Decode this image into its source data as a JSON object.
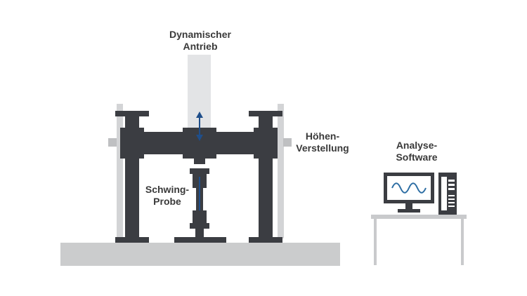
{
  "labels": {
    "drive_line1": "Dynamischer",
    "drive_line2": "Antrieb",
    "height_line1": "Höhen-",
    "height_line2": "Verstellung",
    "specimen_line1": "Schwing-",
    "specimen_line2": "Probe",
    "software_line1": "Analyse-",
    "software_line2": "Software"
  },
  "colors": {
    "frame": "#3b3d42",
    "base": "#cbcccd",
    "actuator": "#e3e4e6",
    "rod": "#c6c7c9",
    "arrow": "#1f4e8a",
    "screen": "#2c6da3",
    "table": "#c9cacc"
  }
}
